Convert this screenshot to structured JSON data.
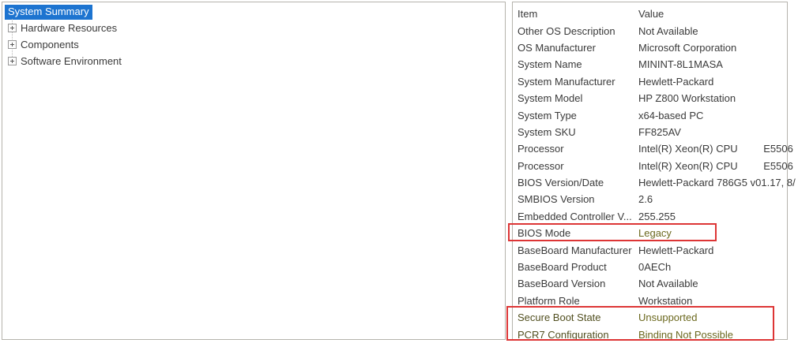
{
  "tree": {
    "selected": "System Summary",
    "items": [
      {
        "label": "Hardware Resources"
      },
      {
        "label": "Components"
      },
      {
        "label": "Software Environment"
      }
    ]
  },
  "table": {
    "columns": {
      "item": "Item",
      "value": "Value"
    },
    "rows": [
      {
        "item": "Other OS Description",
        "value": "Not Available"
      },
      {
        "item": "OS Manufacturer",
        "value": "Microsoft Corporation"
      },
      {
        "item": "System Name",
        "value": "MININT-8L1MASA"
      },
      {
        "item": "System Manufacturer",
        "value": "Hewlett-Packard"
      },
      {
        "item": "System Model",
        "value": "HP Z800 Workstation"
      },
      {
        "item": "System Type",
        "value": "x64-based PC"
      },
      {
        "item": "System SKU",
        "value": "FF825AV"
      },
      {
        "item": "Processor",
        "value": "Intel(R) Xeon(R) CPU         E5506"
      },
      {
        "item": "Processor",
        "value": "Intel(R) Xeon(R) CPU         E5506"
      },
      {
        "item": "BIOS Version/Date",
        "value": "Hewlett-Packard 786G5 v01.17, 8/"
      },
      {
        "item": "SMBIOS Version",
        "value": "2.6"
      },
      {
        "item": "Embedded Controller V...",
        "value": "255.255"
      },
      {
        "item": "BIOS Mode",
        "value": "Legacy",
        "highlight": "value"
      },
      {
        "item": "BaseBoard Manufacturer",
        "value": "Hewlett-Packard"
      },
      {
        "item": "BaseBoard Product",
        "value": "0AECh"
      },
      {
        "item": "BaseBoard Version",
        "value": "Not Available"
      },
      {
        "item": "Platform Role",
        "value": "Workstation"
      },
      {
        "item": "Secure Boot State",
        "value": "Unsupported",
        "highlight": "row"
      },
      {
        "item": "PCR7 Configuration",
        "value": "Binding Not Possible",
        "highlight": "row"
      }
    ]
  },
  "annotations": {
    "bios_mode_box": "highlight around BIOS Mode row",
    "secure_boot_box": "highlight around Secure Boot State and PCR7 Configuration rows"
  },
  "colors": {
    "selection_blue": "#1d74d0",
    "highlight_red": "#dd3535",
    "olive_text": "#6b681e",
    "panel_border": "#b5b3ac"
  }
}
